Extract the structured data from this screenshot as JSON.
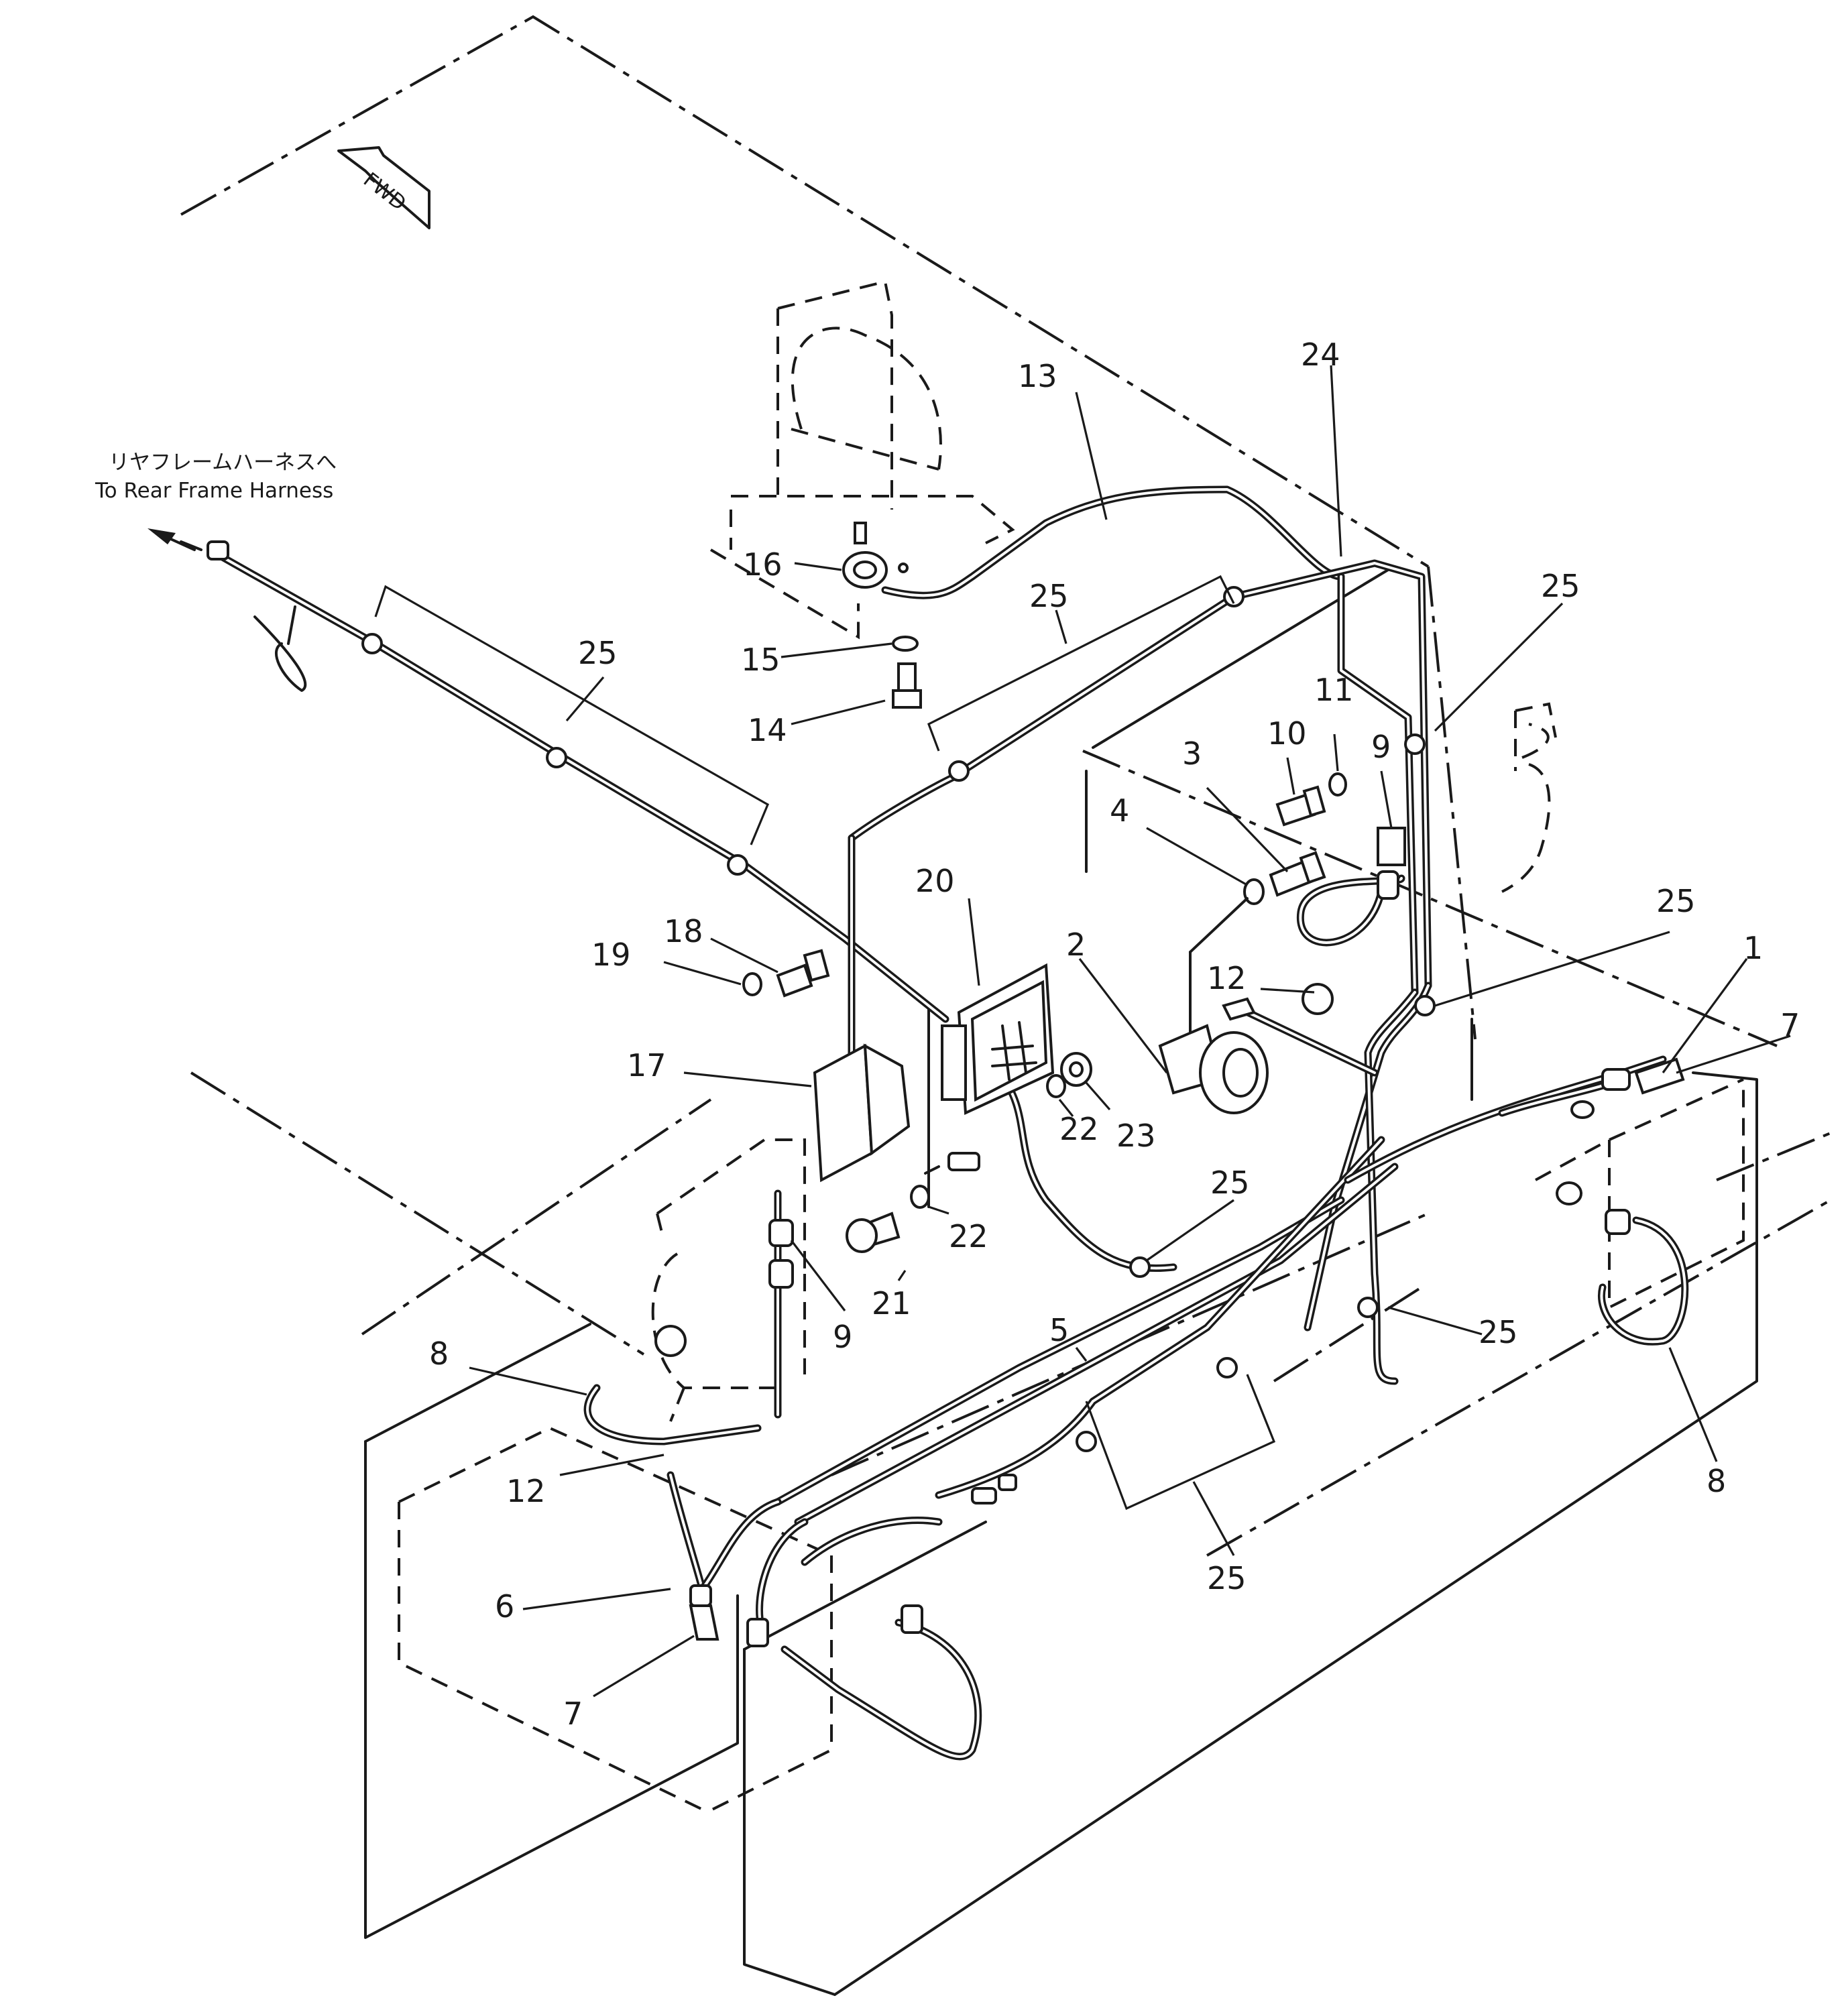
{
  "annotation": {
    "line_jp": "リヤフレームハーネスへ",
    "line_en": "To Rear Frame Harness"
  },
  "fwd_label": "FWD",
  "callouts": {
    "c1": "1",
    "c2": "2",
    "c3": "3",
    "c4": "4",
    "c5": "5",
    "c6": "6",
    "c7a": "7",
    "c7b": "7",
    "c8a": "8",
    "c8b": "8",
    "c9a": "9",
    "c9b": "9",
    "c10": "10",
    "c11": "11",
    "c12a": "12",
    "c12b": "12",
    "c13": "13",
    "c14": "14",
    "c15": "15",
    "c16": "16",
    "c17": "17",
    "c18": "18",
    "c19": "19",
    "c20": "20",
    "c21": "21",
    "c22a": "22",
    "c22b": "22",
    "c23": "23",
    "c24": "24",
    "c25a": "25",
    "c25b": "25",
    "c25c": "25",
    "c25d": "25",
    "c25e": "25",
    "c25f": "25",
    "c25g": "25"
  },
  "icons": {
    "fwd_arrow": "fwd-arrow-icon",
    "rotary_lamp": "beacon-lamp-icon",
    "work_lamp": "work-lamp-icon",
    "horn": "horn-icon"
  }
}
